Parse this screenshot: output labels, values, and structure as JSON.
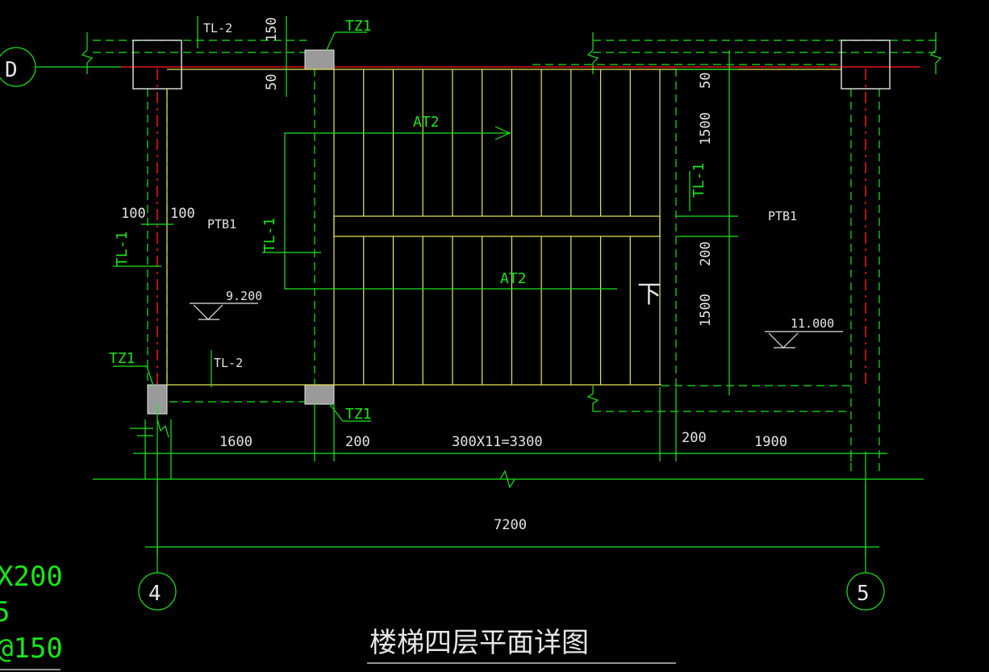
{
  "drawing": {
    "title": "楼梯四层平面详图",
    "axes": {
      "left": "4",
      "right": "5",
      "row": "D"
    },
    "dims_bottom": {
      "d1600": "1600",
      "d200a": "200",
      "d3300": "300X11=3300",
      "d200b": "200",
      "d1900": "1900",
      "total": "7200"
    },
    "dims_right": {
      "d50": "50",
      "d1500a": "1500",
      "d200": "200",
      "d1500b": "1500"
    },
    "dims_top": {
      "d150": "150",
      "d50": "50"
    },
    "dims_left": {
      "d100a": "100",
      "d100b": "100"
    },
    "labels": {
      "tl2_top": "TL-2",
      "tz1_top": "TZ1",
      "at2_top": "AT2",
      "at2_bottom": "AT2",
      "ptb1_left": "PTB1",
      "ptb1_right": "PTB1",
      "tl1_left": "TL-1",
      "tl1_mid": "TL-1",
      "tl1_right": "TL-1",
      "tz1_left": "TZ1",
      "tl2_bottom": "TL-2",
      "tz1_bottom": "TZ1",
      "down": "下",
      "elev_left": "9.200",
      "elev_right": "11.000"
    },
    "side_fragments": {
      "a": "X200",
      "b": "5",
      "c": "@150"
    },
    "colors": {
      "dim": "#19e619",
      "stair": "#e8e85a",
      "axis": "#e01919",
      "text": "#e6e6e6",
      "column_fill": "#9a9a9a"
    }
  }
}
